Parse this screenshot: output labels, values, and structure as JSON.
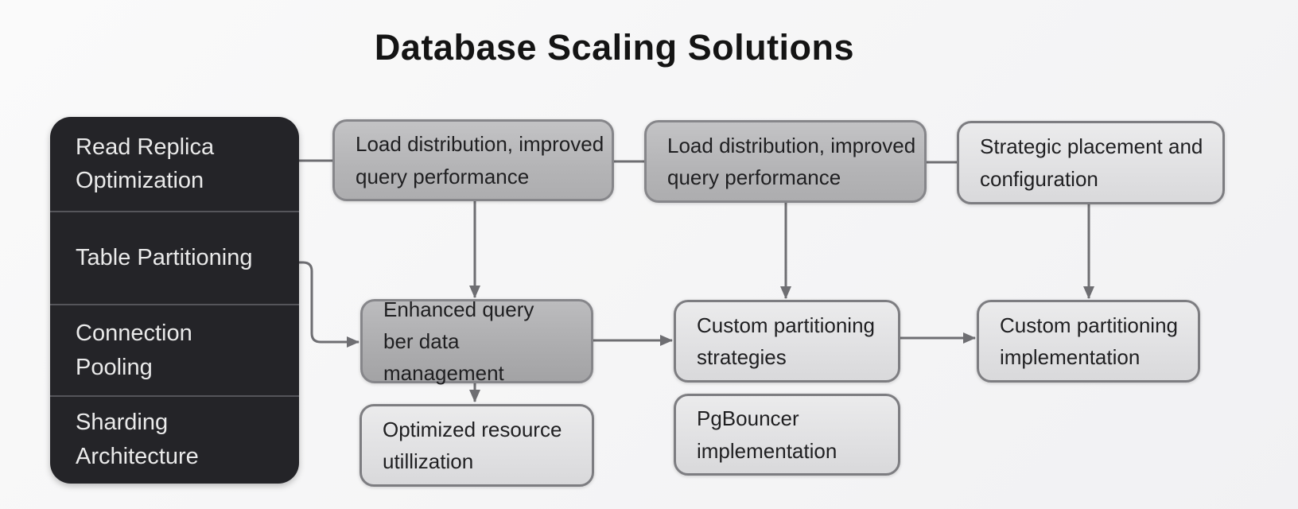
{
  "title": "Database Scaling Solutions",
  "sidebar": {
    "items": [
      {
        "id": "read-replica-optimization",
        "label": "Read Replica\nOptimization"
      },
      {
        "id": "table-partitioning",
        "label": "Table Partitioning"
      },
      {
        "id": "connection-pooling",
        "label": "Connection\nPooling"
      },
      {
        "id": "sharding-architecture",
        "label": "Sharding\nArchitecture"
      }
    ]
  },
  "nodes": {
    "top_row": [
      {
        "id": "load-distribution-1",
        "label": "Load distribution, improved\nquery performance"
      },
      {
        "id": "load-distribution-2",
        "label": "Load distribution, improved\nquery performance"
      },
      {
        "id": "strategic-placement",
        "label": "Strategic placement and\nconfiguration"
      }
    ],
    "middle_row": [
      {
        "id": "enhanced-query",
        "label": "Enhanced query\nber data management"
      },
      {
        "id": "custom-partitioning-strategies",
        "label": "Custom partitioning\nstrategies"
      },
      {
        "id": "custom-partitioning-implementation",
        "label": "Custom partitioning\nimplementation"
      }
    ],
    "bottom_row": [
      {
        "id": "optimized-resource-utilization",
        "label": "Optimized resource\nutillization"
      },
      {
        "id": "pgbouncer-implementation",
        "label": "PgBouncer\nimplementation"
      }
    ]
  },
  "edges": [
    {
      "from": "sidebar",
      "to": "load-distribution-1",
      "type": "line"
    },
    {
      "from": "load-distribution-1",
      "to": "load-distribution-2",
      "type": "line"
    },
    {
      "from": "load-distribution-2",
      "to": "strategic-placement",
      "type": "line"
    },
    {
      "from": "load-distribution-1",
      "to": "enhanced-query",
      "type": "arrow"
    },
    {
      "from": "load-distribution-2",
      "to": "custom-partitioning-strategies",
      "type": "arrow"
    },
    {
      "from": "strategic-placement",
      "to": "custom-partitioning-implementation",
      "type": "arrow"
    },
    {
      "from": "sidebar-table-partitioning",
      "to": "enhanced-query",
      "type": "arrow"
    },
    {
      "from": "enhanced-query",
      "to": "custom-partitioning-strategies",
      "type": "arrow"
    },
    {
      "from": "custom-partitioning-strategies",
      "to": "custom-partitioning-implementation",
      "type": "arrow"
    },
    {
      "from": "enhanced-query",
      "to": "optimized-resource-utilization",
      "type": "arrow"
    }
  ],
  "colors": {
    "background": "#f6f6f7",
    "sidebar_bg": "#242428",
    "sidebar_divider": "#55555a",
    "sidebar_text": "#eaeaea",
    "node_mid_gray": "#b7b7b9",
    "node_light_gray": "#e2e2e4",
    "node_border": "#7d7d81",
    "connector": "#6e6e72",
    "title_color": "#141414"
  }
}
